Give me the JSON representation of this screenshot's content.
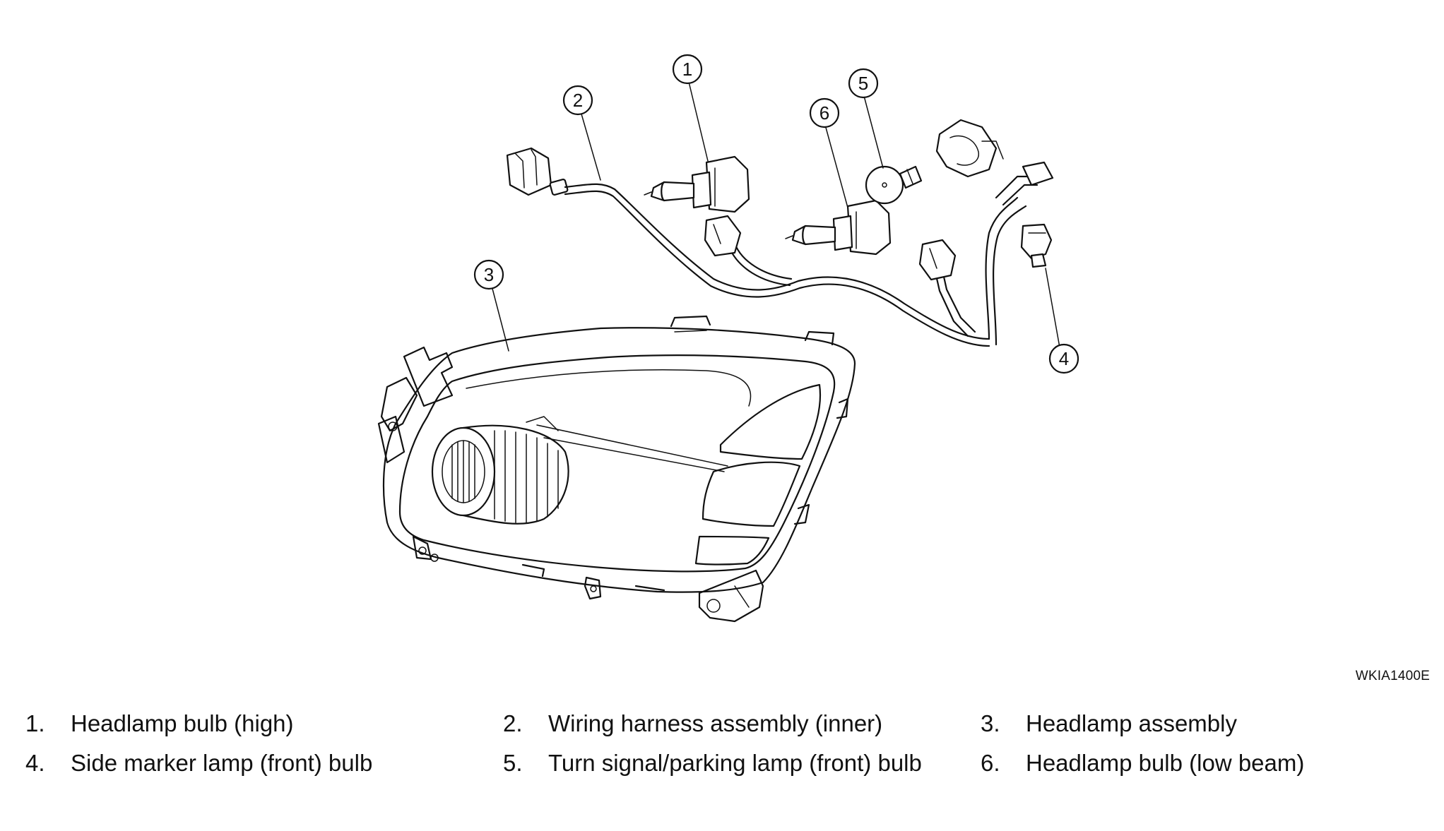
{
  "diagram": {
    "reference_code": "WKIA1400E",
    "callouts": [
      {
        "id": "1",
        "name": "callout-1"
      },
      {
        "id": "2",
        "name": "callout-2"
      },
      {
        "id": "3",
        "name": "callout-3"
      },
      {
        "id": "4",
        "name": "callout-4"
      },
      {
        "id": "5",
        "name": "callout-5"
      },
      {
        "id": "6",
        "name": "callout-6"
      }
    ]
  },
  "legend": {
    "items": [
      {
        "number": "1.",
        "label": "Headlamp bulb (high)"
      },
      {
        "number": "2.",
        "label": "Wiring harness assembly (inner)"
      },
      {
        "number": "3.",
        "label": "Headlamp assembly"
      },
      {
        "number": "4.",
        "label": "Side marker lamp (front) bulb"
      },
      {
        "number": "5.",
        "label": "Turn signal/parking lamp (front) bulb"
      },
      {
        "number": "6.",
        "label": "Headlamp bulb (low beam)"
      }
    ]
  }
}
